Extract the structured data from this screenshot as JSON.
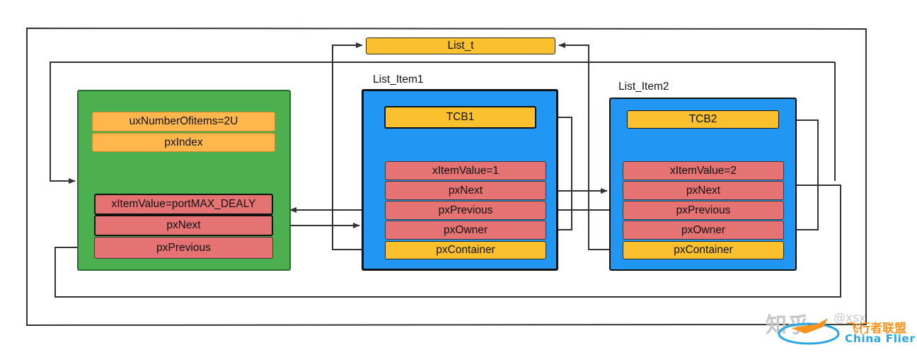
{
  "list_t": {
    "label": "List_t"
  },
  "root": {
    "number_of_items": "uxNumberOfitems=2U",
    "px_index": "pxIndex",
    "end_item": {
      "value": "xItemValue=portMAX_DEALY",
      "next": "pxNext",
      "previous": "pxPrevious"
    }
  },
  "items": [
    {
      "title": "List_Item1",
      "tcb": "TCB1",
      "value": "xItemValue=1",
      "next": "pxNext",
      "previous": "pxPrevious",
      "owner": "pxOwner",
      "container": "pxContainer"
    },
    {
      "title": "List_Item2",
      "tcb": "TCB2",
      "value": "xItemValue=2",
      "next": "pxNext",
      "previous": "pxPrevious",
      "owner": "pxOwner",
      "container": "pxContainer"
    }
  ],
  "watermark": {
    "zhihu": "知乎",
    "handle": "@xsx",
    "brand_cn": "飞行者联盟",
    "brand_en": "China Flier"
  },
  "colors": {
    "green_block": "#4caf50",
    "blue_block": "#2196f3",
    "yellow_field": "#fbc02d",
    "orange_field": "#ffb74d",
    "red_field": "#e57373",
    "lines": "#333333"
  }
}
